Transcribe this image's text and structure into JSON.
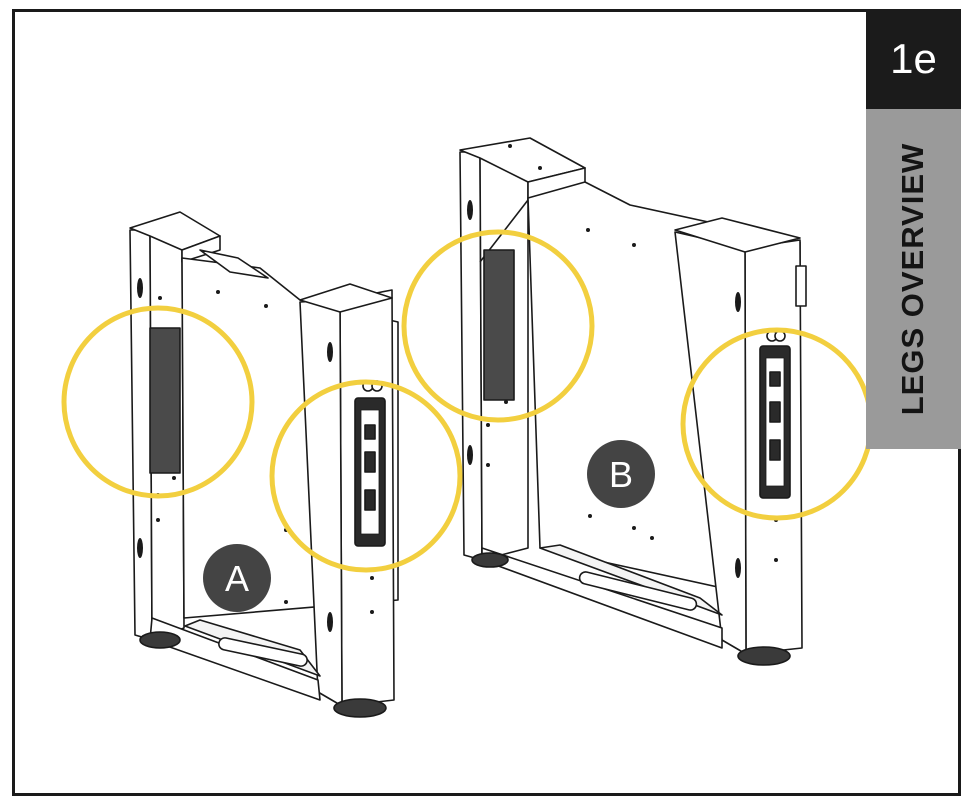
{
  "step": {
    "number": "1e"
  },
  "section": {
    "title": "LEGS OVERVIEW"
  },
  "labels": {
    "leg_a": "A",
    "leg_b": "B"
  },
  "colors": {
    "highlight": "#f2cf3f",
    "badge": "#444444",
    "tab_dark": "#1b1b1b",
    "tab_grey": "#9a9a9a"
  }
}
